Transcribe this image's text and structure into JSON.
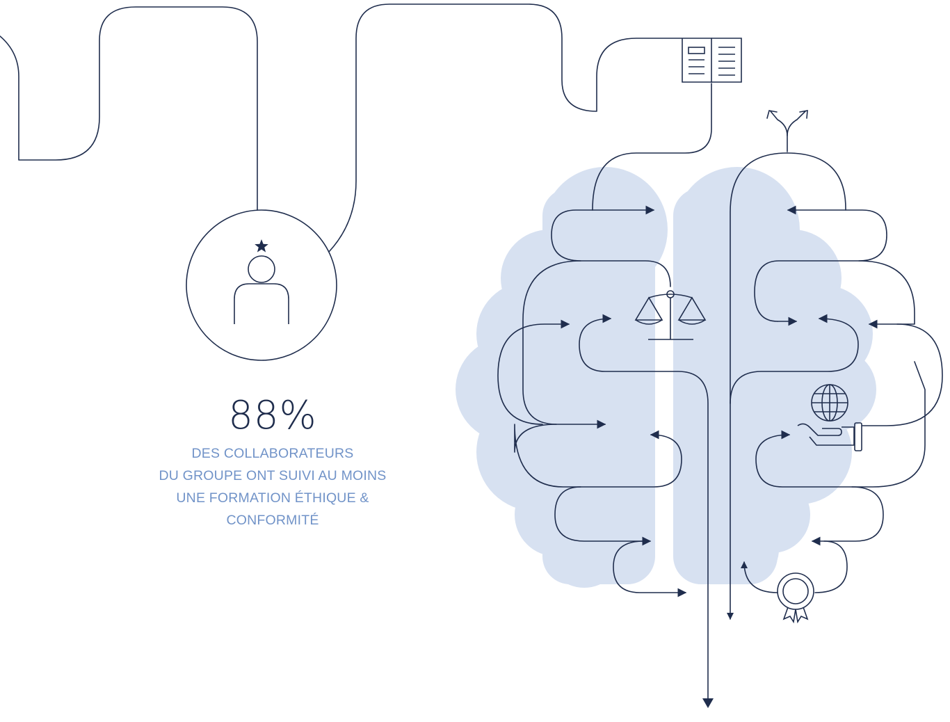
{
  "colors": {
    "line": "#1f2d4d",
    "brain_fill": "#d7e1f1",
    "caption": "#7193c8",
    "stat": "#1f2d4d",
    "background": "#ffffff"
  },
  "icons": [
    "person-star-icon",
    "book-icon",
    "scales-icon",
    "globe-hand-icon",
    "award-icon",
    "branch-arrows-icon"
  ],
  "stat": {
    "value": "88%",
    "caption_lines": [
      "DES COLLABORATEURS",
      "DU GROUPE ONT SUIVI AU MOINS",
      "UNE FORMATION ÉTHIQUE &",
      "CONFORMITÉ"
    ]
  }
}
